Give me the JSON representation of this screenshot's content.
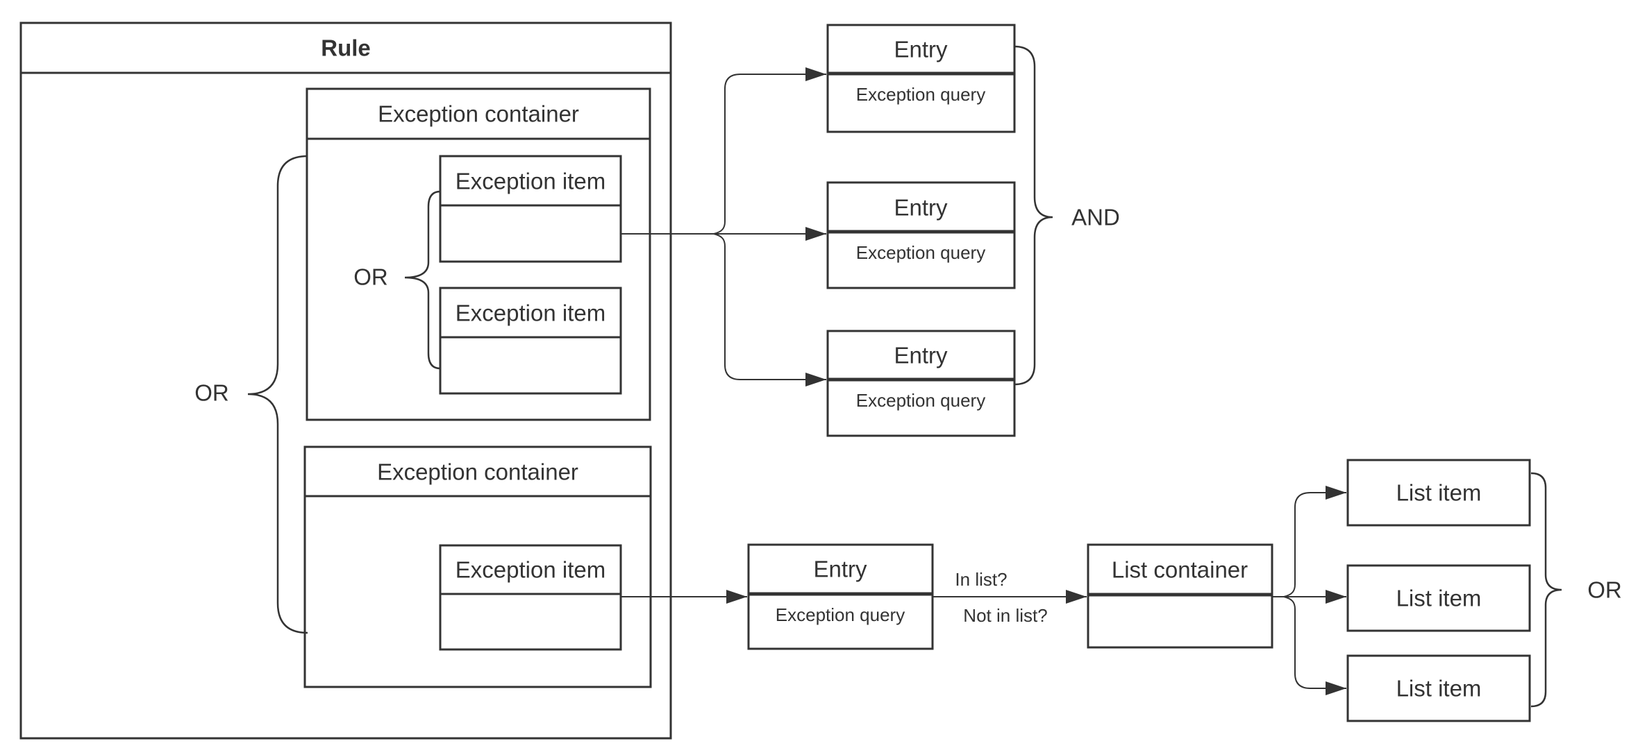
{
  "colors": {
    "background": "#ffffff",
    "line": "#333333",
    "text": "#333333"
  },
  "diagram": {
    "nodes": {
      "rule": {
        "title": "Rule"
      },
      "exception_container_1": {
        "title": "Exception container"
      },
      "exception_item_1": {
        "title": "Exception item"
      },
      "exception_item_2": {
        "title": "Exception item"
      },
      "exception_container_2": {
        "title": "Exception container"
      },
      "exception_item_3": {
        "title": "Exception item"
      },
      "entry_1": {
        "title": "Entry",
        "body": "Exception query"
      },
      "entry_2": {
        "title": "Entry",
        "body": "Exception query"
      },
      "entry_3": {
        "title": "Entry",
        "body": "Exception query"
      },
      "entry_4": {
        "title": "Entry",
        "body": "Exception query"
      },
      "list_container": {
        "title": "List container"
      },
      "list_item_1": {
        "title": "List item"
      },
      "list_item_2": {
        "title": "List item"
      },
      "list_item_3": {
        "title": "List item"
      }
    },
    "operators": {
      "rule_exceptions": "OR",
      "exception_items": "OR",
      "entries": "AND",
      "list_items": "OR"
    },
    "edge_labels": {
      "in_list": "In list?",
      "not_in_list": "Not in list?"
    }
  }
}
